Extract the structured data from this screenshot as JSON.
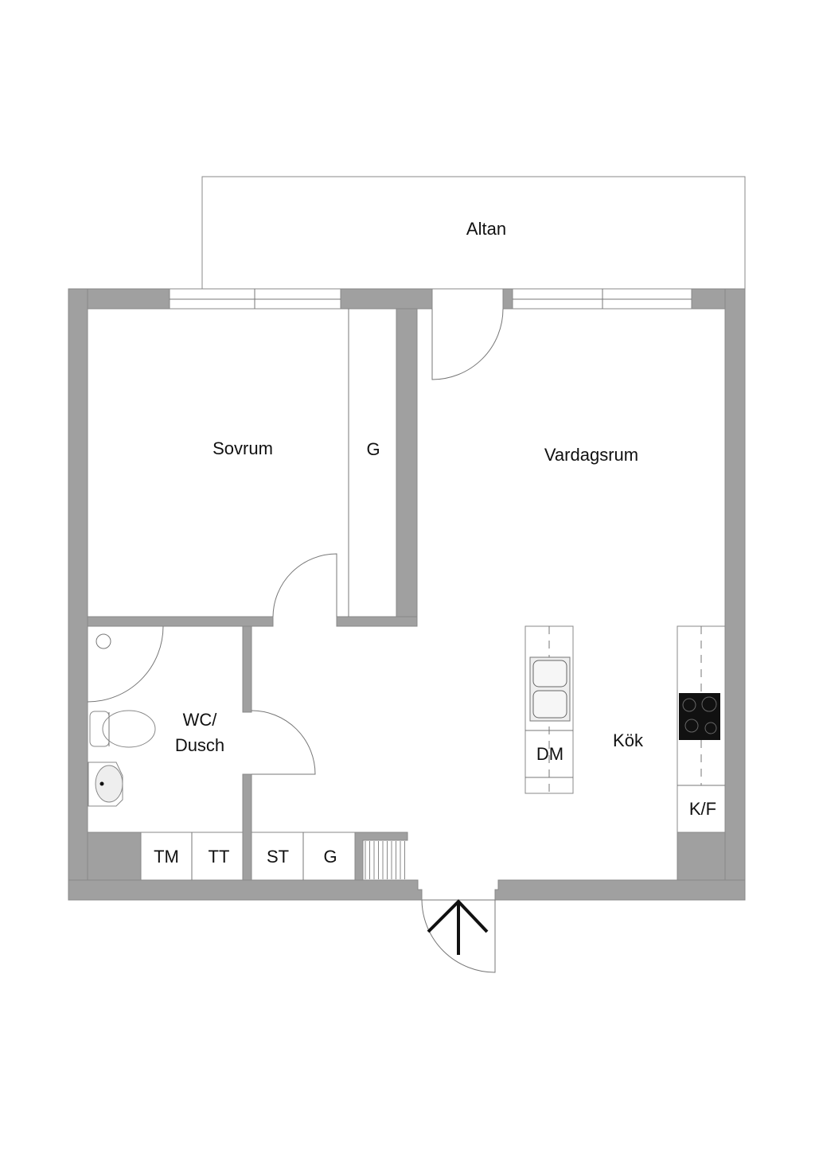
{
  "plan": {
    "rooms": {
      "balcony": "Altan",
      "bedroom": "Sovrum",
      "bedroom_wardrobe": "G",
      "living_room": "Vardagsrum",
      "bathroom_line1": "WC/",
      "bathroom_line2": "Dusch",
      "kitchen": "Kök"
    },
    "fixtures": {
      "dishwasher": "DM",
      "fridge_freezer": "K/F",
      "dryer": "TM",
      "drying_cabinet": "TT",
      "cleaning_closet": "ST",
      "hall_wardrobe": "G"
    },
    "colors": {
      "wall": "#a0a0a0",
      "stove": "#111111"
    }
  }
}
